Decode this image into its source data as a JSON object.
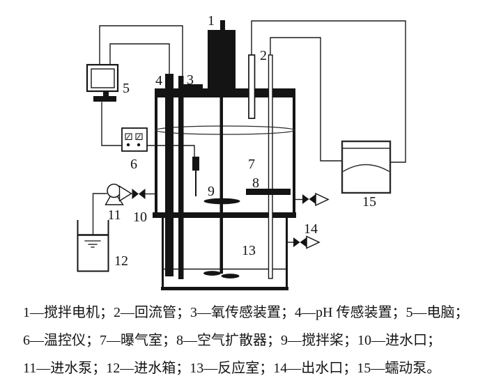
{
  "colors": {
    "ink": "#141414",
    "background": "#ffffff"
  },
  "diagram": {
    "labels": [
      "1",
      "2",
      "3",
      "4",
      "5",
      "6",
      "7",
      "8",
      "9",
      "10",
      "11",
      "12",
      "13",
      "14",
      "15"
    ]
  },
  "caption": {
    "lines": [
      "1—搅拌电机；2—回流管；3—氧传感装置；4—pH 传感装置；5—电脑；",
      "6—温控仪；7—曝气室；8—空气扩散器；9—搅拌桨；10—进水口；",
      "11—进水泵；12—进水箱；13—反应室；14—出水口；15—蠕动泵。"
    ]
  }
}
